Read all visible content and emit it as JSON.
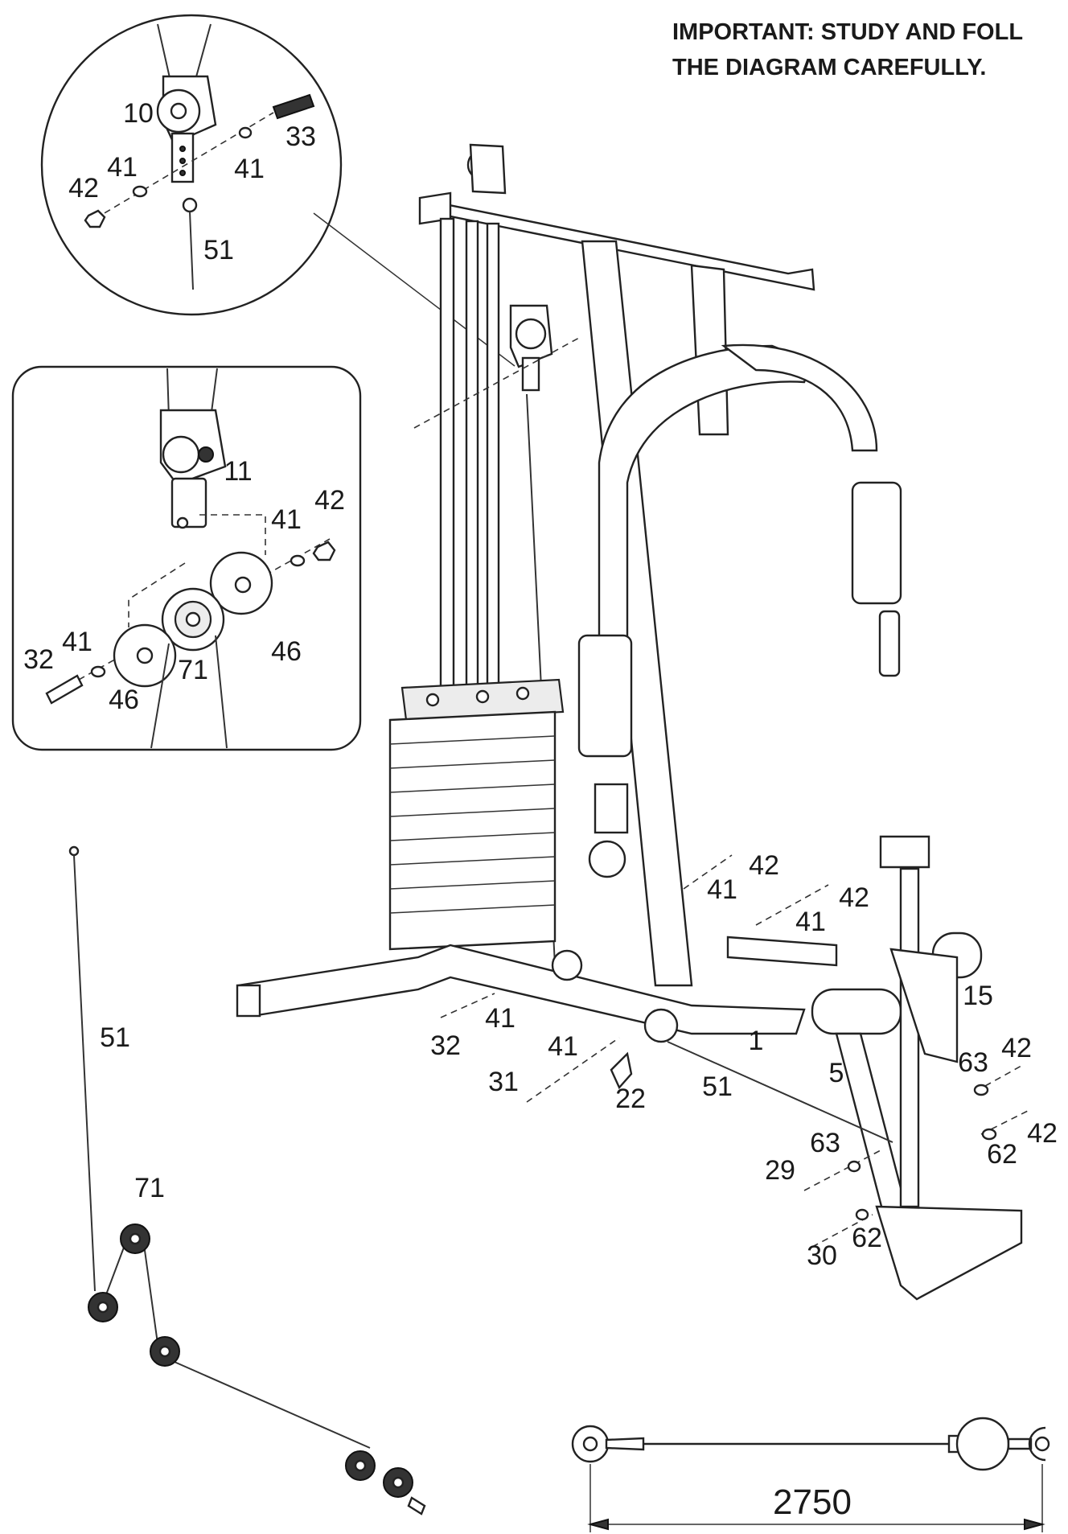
{
  "notice": {
    "line1": "IMPORTANT: STUDY AND FOLL",
    "line2": "THE DIAGRAM CAREFULLY."
  },
  "labels": {
    "d1_10": "10",
    "d1_33": "33",
    "d1_42": "42",
    "d1_41a": "41",
    "d1_41b": "41",
    "d1_51": "51",
    "d2_11": "11",
    "d2_42": "42",
    "d2_41a": "41",
    "d2_41b": "41",
    "d2_32": "32",
    "d2_71": "71",
    "d2_46a": "46",
    "d2_46b": "46",
    "m_42a": "42",
    "m_41a": "41",
    "m_42b": "42",
    "m_41b": "41",
    "m_15": "15",
    "m_41c": "41",
    "m_32": "32",
    "m_41d": "41",
    "m_31": "31",
    "m_22": "22",
    "m_1": "1",
    "m_51": "51",
    "m_5": "5",
    "m_63a": "63",
    "m_42c": "42",
    "m_63b": "63",
    "m_42d": "42",
    "m_62a": "62",
    "m_29": "29",
    "m_62b": "62",
    "m_30": "30",
    "c_51": "51",
    "c_71": "71"
  },
  "dimension": {
    "cable_length": "2750"
  }
}
